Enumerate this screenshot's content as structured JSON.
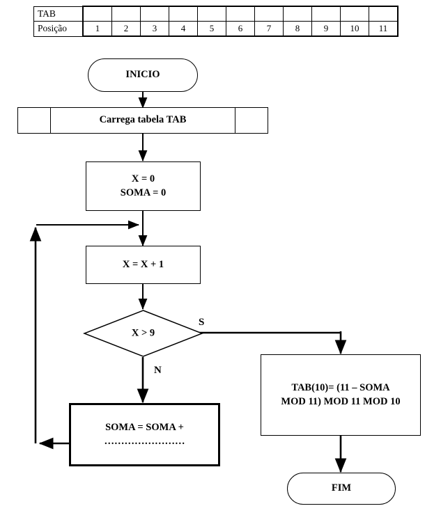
{
  "table": {
    "rows": [
      {
        "label": "TAB",
        "cells": [
          "",
          "",
          "",
          "",
          "",
          "",
          "",
          "",
          "",
          "",
          ""
        ]
      },
      {
        "label": "Posição",
        "cells": [
          "1",
          "2",
          "3",
          "4",
          "5",
          "6",
          "7",
          "8",
          "9",
          "10",
          "11"
        ]
      }
    ]
  },
  "flowchart": {
    "start": {
      "label": "INICIO"
    },
    "load_table": {
      "label": "Carrega tabela TAB"
    },
    "init": {
      "line1": "X = 0",
      "line2": "SOMA = 0"
    },
    "increment": {
      "label": "X = X + 1"
    },
    "decision": {
      "label": "X > 9",
      "yes_label": "S",
      "no_label": "N"
    },
    "compute": {
      "line1": "TAB(10)= (11 – SOMA",
      "line2": "MOD 11) MOD 11 MOD 10"
    },
    "accumulate": {
      "line1": "SOMA = SOMA +",
      "line2": "……………………"
    },
    "end": {
      "label": "FIM"
    }
  },
  "colors": {
    "stroke": "#000000",
    "background": "#ffffff"
  }
}
